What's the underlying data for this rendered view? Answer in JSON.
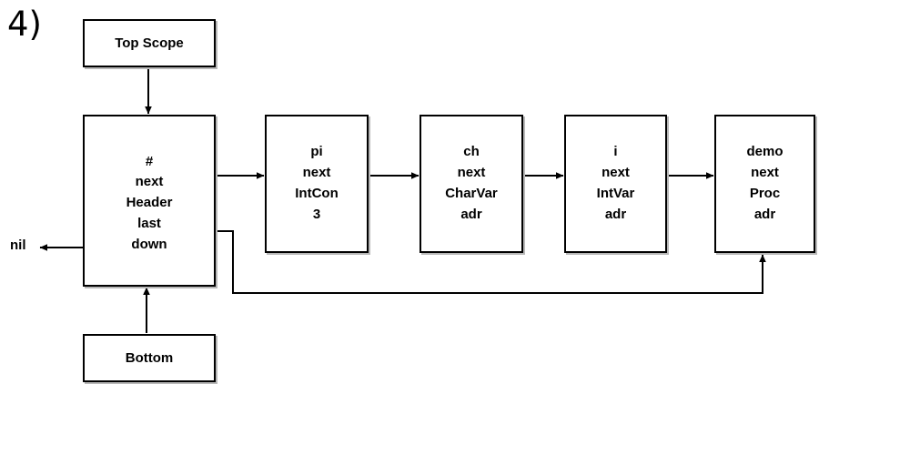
{
  "figure": {
    "step_label": "4)",
    "terminal_label": "nil",
    "stroke_color": "#000000",
    "background_color": "#ffffff"
  },
  "nodes": {
    "top_scope": {
      "title": "Top Scope"
    },
    "bottom": {
      "title": "Bottom"
    },
    "header": {
      "fields": [
        "#",
        "next",
        "Header",
        "last",
        "down"
      ]
    },
    "pi": {
      "fields": [
        "pi",
        "next",
        "IntCon",
        "3"
      ]
    },
    "ch": {
      "fields": [
        "ch",
        "next",
        "CharVar",
        "adr"
      ]
    },
    "i": {
      "fields": [
        "i",
        "next",
        "IntVar",
        "adr"
      ]
    },
    "demo": {
      "fields": [
        "demo",
        "next",
        "Proc",
        "adr"
      ]
    }
  },
  "edges": [
    {
      "name": "top-scope-to-header",
      "from": "top_scope",
      "to": "header",
      "kind": "arrow-down"
    },
    {
      "name": "header-next-to-pi",
      "from": "header.next",
      "to": "pi",
      "kind": "arrow-right"
    },
    {
      "name": "pi-next-to-ch",
      "from": "pi.next",
      "to": "ch",
      "kind": "arrow-right"
    },
    {
      "name": "ch-next-to-i",
      "from": "ch.next",
      "to": "i",
      "kind": "arrow-right"
    },
    {
      "name": "i-next-to-demo",
      "from": "i.next",
      "to": "demo",
      "kind": "arrow-right"
    },
    {
      "name": "header-last-to-demo",
      "from": "header.last",
      "to": "demo",
      "kind": "orthogonal-route"
    },
    {
      "name": "header-down-to-nil",
      "from": "header.down",
      "to": "nil",
      "kind": "arrow-left"
    },
    {
      "name": "bottom-to-header",
      "from": "bottom",
      "to": "header",
      "kind": "arrow-up"
    }
  ]
}
